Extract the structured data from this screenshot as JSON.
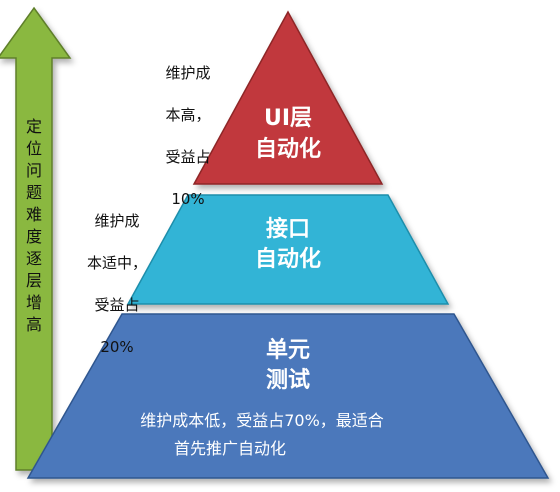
{
  "arrow": {
    "text": "定位问题难度逐层增高",
    "color": "#8ab83f"
  },
  "tiers": [
    {
      "id": "ui",
      "title_lines": [
        "UI层",
        "自动化"
      ],
      "note": "维护成本高，受益占10%",
      "note_lines": [
        "维护成",
        "本高，",
        "受益占",
        "10%"
      ],
      "color": "#c1393d",
      "share_percent": 10
    },
    {
      "id": "api",
      "title_lines": [
        "接口",
        "自动化"
      ],
      "note": "维护成本适中，受益占20%",
      "note_lines": [
        "维护成",
        "本适中，",
        "受益占",
        "20%"
      ],
      "color": "#32b4d6",
      "share_percent": 20
    },
    {
      "id": "unit",
      "title_lines": [
        "单元",
        "测试"
      ],
      "note": "维护成本低，受益占70%，最适合首先推广自动化",
      "note_lines": [
        "维护成本低，受益占70%，最适合",
        "首先推广自动化"
      ],
      "color": "#4c78bb",
      "share_percent": 70
    }
  ]
}
